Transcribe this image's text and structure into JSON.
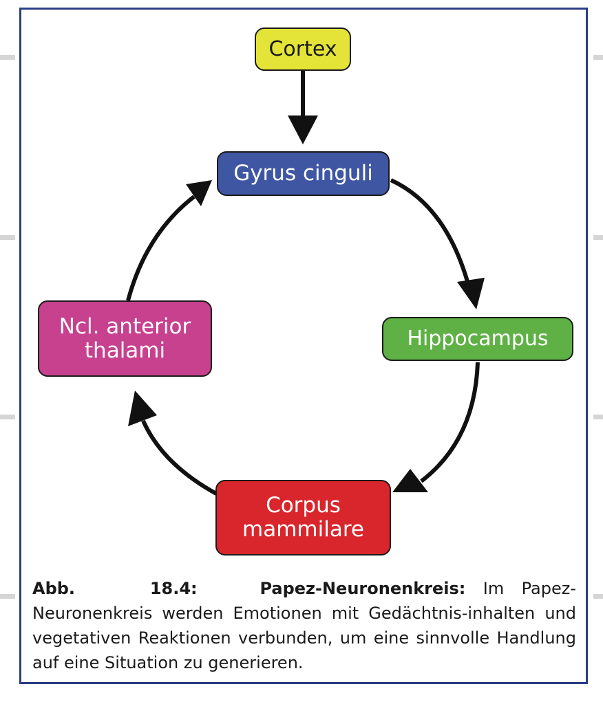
{
  "diagram": {
    "nodes": {
      "cortex": {
        "label": "Cortex",
        "fill": "#e3e437",
        "text_color": "#1a1a1a"
      },
      "gyrus": {
        "label": "Gyrus cinguli",
        "fill": "#3f56a3",
        "text_color": "#ffffff"
      },
      "hippocampus": {
        "label": "Hippocampus",
        "fill": "#5fb146",
        "text_color": "#ffffff"
      },
      "corpus": {
        "label": "Corpus\nmammilare",
        "fill": "#d9262c",
        "text_color": "#ffffff"
      },
      "thalami": {
        "label": "Ncl. anterior\nthalami",
        "fill": "#c7418f",
        "text_color": "#ffffff"
      }
    },
    "edges": [
      {
        "from": "Cortex",
        "to": "Gyrus cinguli"
      },
      {
        "from": "Gyrus cinguli",
        "to": "Hippocampus"
      },
      {
        "from": "Hippocampus",
        "to": "Corpus mammilare"
      },
      {
        "from": "Corpus mammilare",
        "to": "Ncl. anterior thalami"
      },
      {
        "from": "Ncl. anterior thalami",
        "to": "Gyrus cinguli"
      }
    ],
    "colors": {
      "frame": "#2b3e86",
      "arrow": "#111111"
    }
  },
  "caption": {
    "figure_label": "Abb.",
    "figure_number": "18.4:",
    "title": "Papez-Neuronenkreis:",
    "text": "Im Papez-Neuronenkreis werden Emotionen mit Gedächtnis-inhalten und vegetativen Reaktionen verbunden, um eine sinnvolle Handlung auf eine Situation zu generieren."
  }
}
